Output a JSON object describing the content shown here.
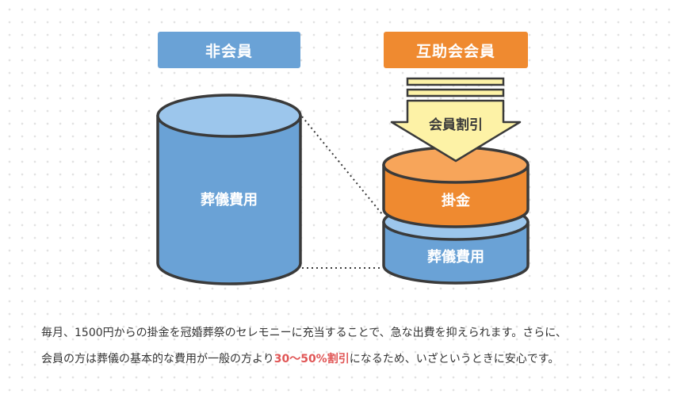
{
  "labels": {
    "non_member": "非会員",
    "member": "互助会会員"
  },
  "diagram": {
    "left_cylinder_label": "葬儀費用",
    "arrow_label": "会員割引",
    "top_segment_label": "掛金",
    "bottom_segment_label": "葬儀費用"
  },
  "description": {
    "line1": "毎月、1500円からの掛金を冠婚葬祭のセレモニーに充当することで、急な出費を抑えられます。さらに、",
    "line2_prefix": "会員の方は葬儀の基本的な費用が一般の方より",
    "line2_highlight": "30〜50%割引",
    "line2_suffix": "になるため、いざというときに安心です。"
  },
  "colors": {
    "blue": "#6aa2d6",
    "blue_light": "#9cc6ec",
    "orange": "#ef8a30",
    "orange_light": "#f7a55a",
    "arrow_yellow": "#fdf2a6",
    "highlight_red": "#e05555",
    "outline": "#3a3a3a"
  }
}
